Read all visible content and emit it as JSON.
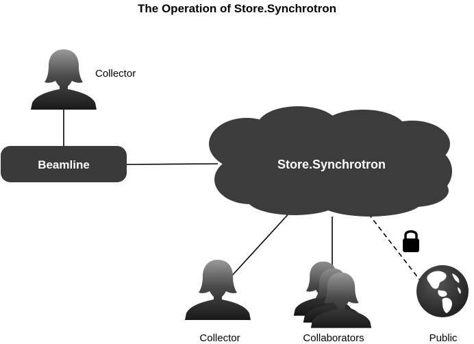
{
  "title": "The Operation of Store.Synchrotron",
  "nodes": {
    "beamline": "Beamline",
    "store": "Store.Synchrotron"
  },
  "labels": {
    "collector_top": "Collector",
    "collector_bottom": "Collector",
    "collaborators": "Collaborators",
    "public": "Public"
  },
  "icons": {
    "collector_top": "person-silhouette-icon",
    "collector_bottom": "person-silhouette-icon",
    "collaborators": "people-group-icon",
    "lock": "lock-icon",
    "public": "globe-icon"
  },
  "colors": {
    "node_fill": "#3a3a3a",
    "cloud_fill": "#3c3c3c",
    "line": "#000000",
    "node_text": "#ffffff"
  }
}
